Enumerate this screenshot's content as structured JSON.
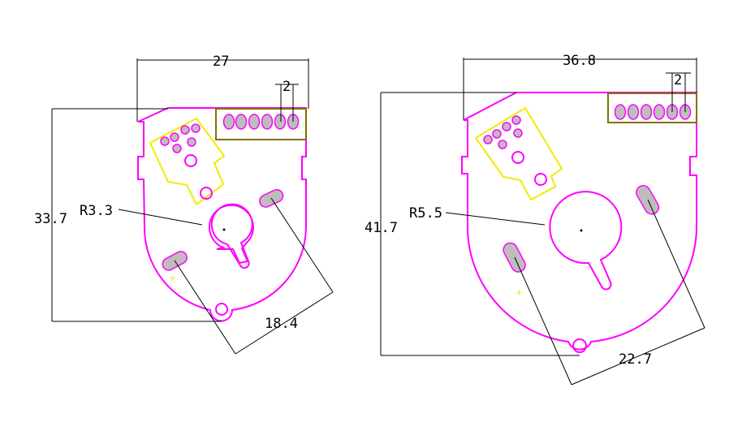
{
  "colors": {
    "outline": "#ff00ff",
    "pad": "#bdbdbd",
    "connector": "#807000",
    "pcb": "#f2ea00",
    "dimension": "#000000"
  },
  "left_motor": {
    "width_label": "27",
    "height_label": "33.7",
    "radius_label": "R3.3",
    "pitch_label": "2",
    "hole_spacing_label": "18.4"
  },
  "right_motor": {
    "width_label": "36.8",
    "height_label": "41.7",
    "radius_label": "R5.5",
    "pitch_label": "2",
    "hole_spacing_label": "22.7"
  }
}
